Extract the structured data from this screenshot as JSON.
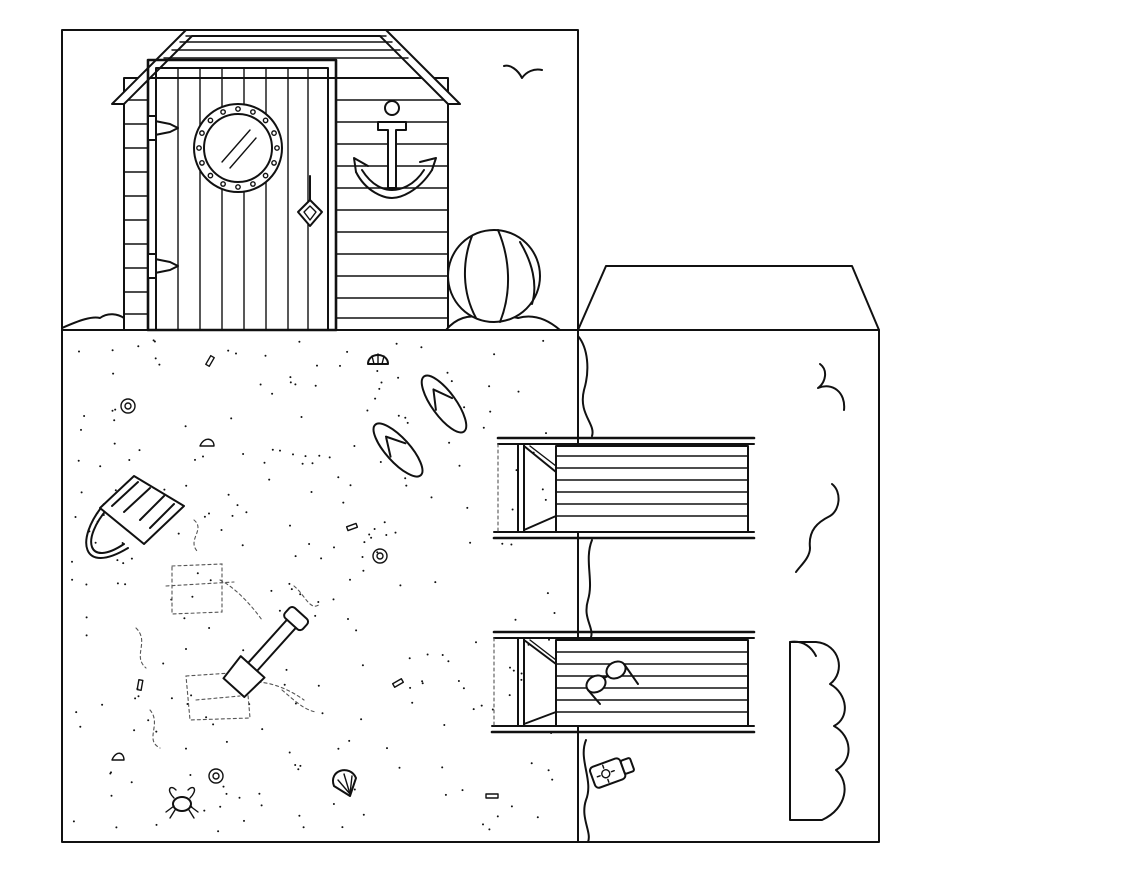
{
  "colors": {
    "ink": "#111111",
    "paper": "#ffffff"
  },
  "icons": [
    "beach-hut",
    "porthole-window",
    "anchor-icon",
    "beach-ball",
    "seagull-icon",
    "shell-icon",
    "spiral-shell-icon",
    "flip-flop-icon",
    "bucket-icon",
    "spade-icon",
    "crab-icon",
    "deckchair-icon",
    "sunglasses-icon",
    "sunscreen-bottle-icon",
    "cloud-icon"
  ]
}
